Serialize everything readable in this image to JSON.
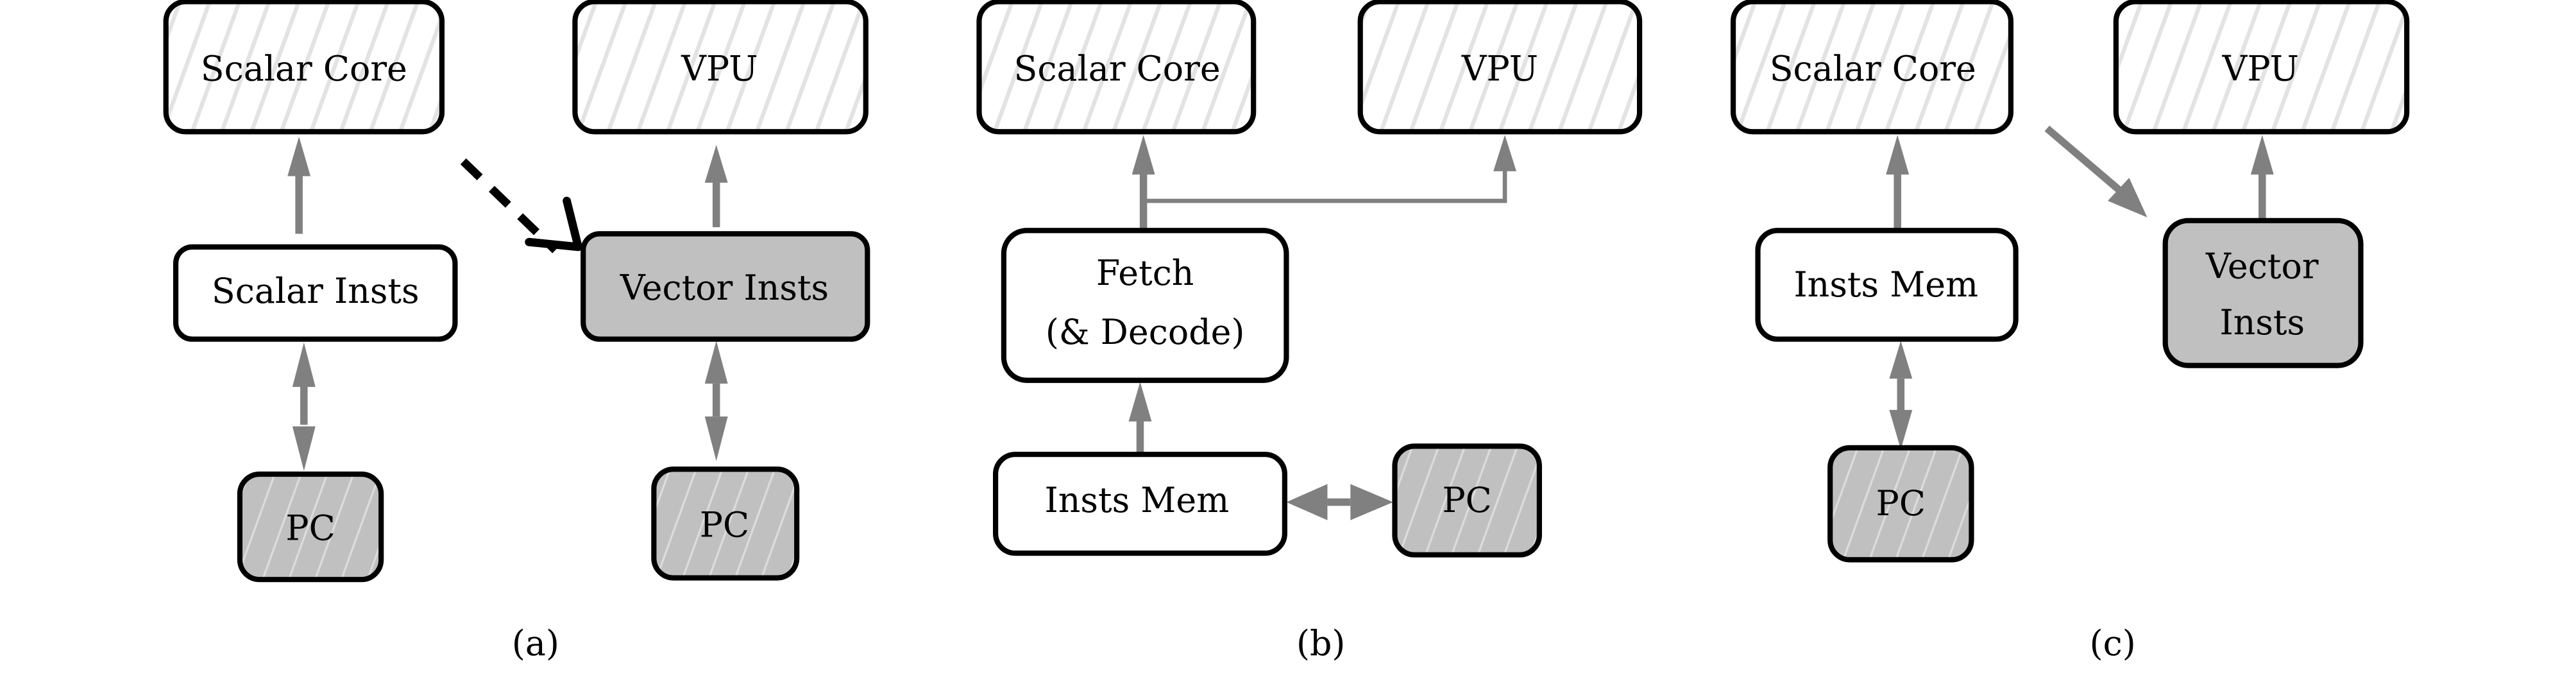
{
  "figure": {
    "panels": [
      {
        "id": "a",
        "caption": "(a)",
        "boxes": {
          "scalar_core": {
            "label": "Scalar Core",
            "fill": "white",
            "hatched": true
          },
          "vpu": {
            "label": "VPU",
            "fill": "white",
            "hatched": true
          },
          "scalar_insts": {
            "label": "Scalar Insts",
            "fill": "white",
            "hatched": false
          },
          "vector_insts": {
            "label": "Vector Insts",
            "fill": "gray",
            "hatched": false
          },
          "pc_left": {
            "label": "PC",
            "fill": "gray",
            "hatched": true
          },
          "pc_right": {
            "label": "PC",
            "fill": "gray",
            "hatched": true
          }
        },
        "edges": [
          {
            "from": "Scalar Insts",
            "to": "Scalar Core",
            "style": "solid-gray",
            "direction": "one-way"
          },
          {
            "from": "Vector Insts",
            "to": "VPU",
            "style": "solid-gray",
            "direction": "one-way"
          },
          {
            "from": "Scalar Insts",
            "to": "PC",
            "style": "solid-gray",
            "direction": "two-way"
          },
          {
            "from": "Vector Insts",
            "to": "PC",
            "style": "solid-gray",
            "direction": "two-way"
          },
          {
            "from": "Scalar Core",
            "to": "Vector Insts",
            "style": "dashed-black",
            "direction": "one-way"
          }
        ]
      },
      {
        "id": "b",
        "caption": "(b)",
        "boxes": {
          "scalar_core": {
            "label": "Scalar Core",
            "fill": "white",
            "hatched": true
          },
          "vpu": {
            "label": "VPU",
            "fill": "white",
            "hatched": true
          },
          "fetch_line1": {
            "label": "Fetch"
          },
          "fetch_line2": {
            "label": "(& Decode)"
          },
          "insts_mem": {
            "label": "Insts Mem",
            "fill": "white",
            "hatched": false
          },
          "pc": {
            "label": "PC",
            "fill": "gray",
            "hatched": true
          }
        },
        "edges": [
          {
            "from": "Fetch (& Decode)",
            "to": "Scalar Core",
            "style": "solid-gray",
            "direction": "one-way"
          },
          {
            "from": "Fetch (& Decode)",
            "to": "VPU",
            "style": "thin-gray-elbow",
            "direction": "one-way"
          },
          {
            "from": "Insts Mem",
            "to": "Fetch (& Decode)",
            "style": "solid-gray",
            "direction": "one-way"
          },
          {
            "from": "Insts Mem",
            "to": "PC",
            "style": "solid-gray",
            "direction": "two-way"
          }
        ]
      },
      {
        "id": "c",
        "caption": "(c)",
        "boxes": {
          "scalar_core": {
            "label": "Scalar Core",
            "fill": "white",
            "hatched": true
          },
          "vpu": {
            "label": "VPU",
            "fill": "white",
            "hatched": true
          },
          "insts_mem": {
            "label": "Insts Mem",
            "fill": "white",
            "hatched": false
          },
          "vector_line1": {
            "label": "Vector"
          },
          "vector_line2": {
            "label": "Insts"
          },
          "pc": {
            "label": "PC",
            "fill": "gray",
            "hatched": true
          }
        },
        "edges": [
          {
            "from": "Insts Mem",
            "to": "Scalar Core",
            "style": "solid-gray",
            "direction": "one-way"
          },
          {
            "from": "Vector Insts",
            "to": "VPU",
            "style": "solid-gray",
            "direction": "one-way"
          },
          {
            "from": "Insts Mem",
            "to": "PC",
            "style": "solid-gray",
            "direction": "two-way"
          },
          {
            "from": "Scalar Core",
            "to": "Vector Insts",
            "style": "solid-gray",
            "direction": "one-way"
          }
        ]
      }
    ],
    "colors": {
      "box_stroke": "#000000",
      "white_fill": "#ffffff",
      "gray_fill": "#c0c0c0",
      "hatch_on_white": "#e3e3e3",
      "hatch_on_gray": "#dcdcdc",
      "arrow_gray": "#808080",
      "dashed_arrow": "#000000"
    }
  }
}
